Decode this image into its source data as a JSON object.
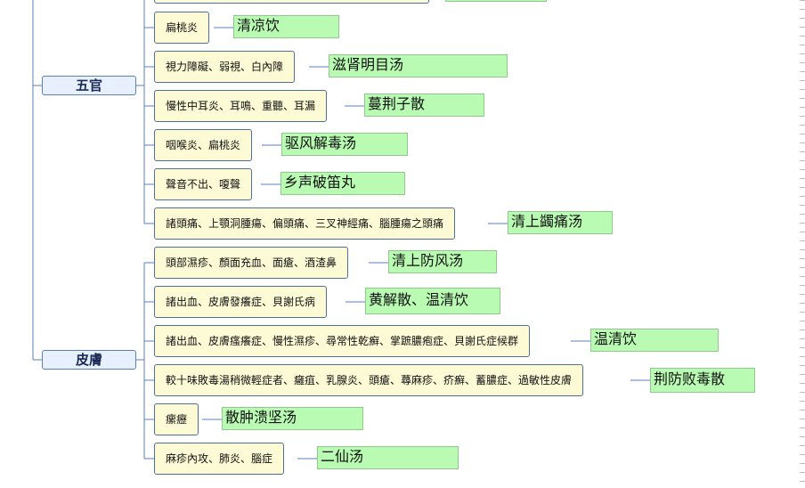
{
  "categories": [
    {
      "id": "wuguan",
      "label": "五官"
    },
    {
      "id": "pifu",
      "label": "皮膚"
    }
  ],
  "wuguan_items": [
    {
      "condition": "扁桃炎",
      "formula": "清凉饮"
    },
    {
      "condition": "視力障礙、弱視、白內障",
      "formula": "滋肾明目汤"
    },
    {
      "condition": "慢性中耳炎、耳鳴、重聽、耳漏",
      "formula": "蔓荆子散"
    },
    {
      "condition": "咽喉炎、扁桃炎",
      "formula": "驱风解毒汤"
    },
    {
      "condition": "聲音不出、嗄聲",
      "formula": "乡声破笛丸"
    },
    {
      "condition": "諸頭痛、上顎洞腫瘍、偏頭痛、三叉神經痛、腦腫瘍之頭痛",
      "formula": "清上蠲痛汤"
    }
  ],
  "pifu_items": [
    {
      "condition": "頭部濕疹、顏面充血、面瘡、酒渣鼻",
      "formula": "清上防风汤"
    },
    {
      "condition": "諸出血、皮膚發癢症、貝謝氏病",
      "formula": "黄解散、温清饮"
    },
    {
      "condition": "諸出血、皮膚瘙癢症、慢性濕疹、尋常性乾癬、掌蹠膿疱症、貝謝氏症候群",
      "formula": "温清饮"
    },
    {
      "condition": "較十味敗毒湯稍微輕症者、癰疽、乳腺炎、頭瘡、蕁麻疹、疥癬、蓄膿症、過敏性皮膚",
      "formula": "荆防败毒散"
    },
    {
      "condition": "瘰癧",
      "formula": "散肿溃坚汤"
    },
    {
      "condition": "麻疹內攻、肺炎、腦症",
      "formula": "二仙汤"
    }
  ]
}
